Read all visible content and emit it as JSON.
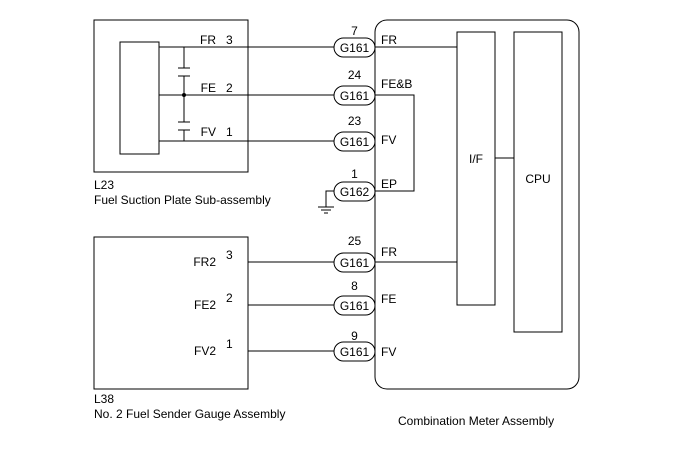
{
  "diagram": {
    "components": {
      "l23": {
        "code": "L23",
        "name": "Fuel Suction Plate Sub-assembly"
      },
      "l38": {
        "code": "L38",
        "name": "No. 2 Fuel Sender Gauge Assembly"
      },
      "meter": {
        "name": "Combination Meter Assembly",
        "if_label": "I/F",
        "cpu_label": "CPU"
      }
    },
    "l23_pins": [
      {
        "name": "FR",
        "pin": "3"
      },
      {
        "name": "FE",
        "pin": "2"
      },
      {
        "name": "FV",
        "pin": "1"
      }
    ],
    "l38_pins": [
      {
        "name": "FR2",
        "pin": "3"
      },
      {
        "name": "FE2",
        "pin": "2"
      },
      {
        "name": "FV2",
        "pin": "1"
      }
    ],
    "meter_connections": [
      {
        "connector": "G161",
        "pin": "7",
        "terminal": "FR"
      },
      {
        "connector": "G161",
        "pin": "24",
        "terminal": "FE&B"
      },
      {
        "connector": "G161",
        "pin": "23",
        "terminal": "FV"
      },
      {
        "connector": "G162",
        "pin": "1",
        "terminal": "EP"
      },
      {
        "connector": "G161",
        "pin": "25",
        "terminal": "FR"
      },
      {
        "connector": "G161",
        "pin": "8",
        "terminal": "FE"
      },
      {
        "connector": "G161",
        "pin": "9",
        "terminal": "FV"
      }
    ]
  }
}
